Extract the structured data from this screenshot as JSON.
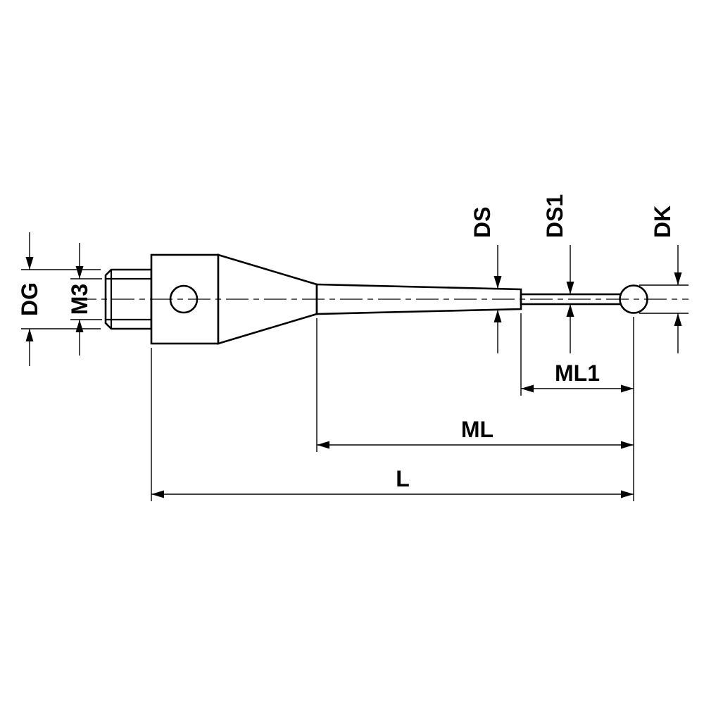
{
  "drawing": {
    "background_color": "#ffffff",
    "line_color": "#000000",
    "dimensions": {
      "dg": "DG",
      "m3": "M3",
      "ds": "DS",
      "ds1": "DS1",
      "dk": "DK",
      "ml1": "ML1",
      "ml": "ML",
      "l": "L"
    }
  }
}
